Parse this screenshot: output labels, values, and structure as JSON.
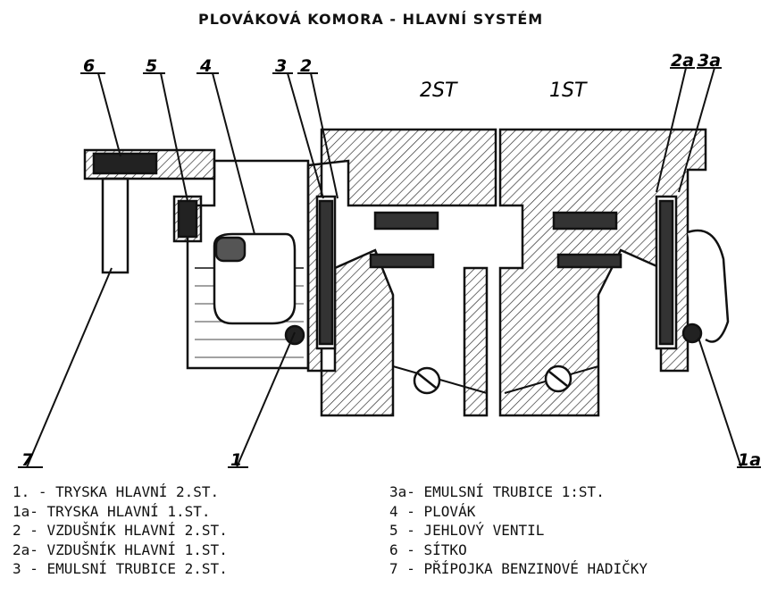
{
  "title": "PLOVÁKOVÁ KOMORA - HLAVNÍ SYSTÉM",
  "diagram": {
    "stage_labels": [
      "2ST",
      "1ST"
    ],
    "callouts": [
      "6",
      "5",
      "4",
      "3",
      "2",
      "2a",
      "3a",
      "7",
      "1",
      "1a"
    ]
  },
  "legend": {
    "left": [
      "1. - TRYSKA HLAVNÍ 2.ST.",
      "1a- TRYSKA HLAVNÍ 1.ST.",
      "2 - VZDUŠNÍK HLAVNÍ 2.ST.",
      "2a- VZDUŠNÍK HLAVNÍ 1.ST.",
      "3 - EMULSNÍ TRUBICE 2.ST."
    ],
    "right": [
      "3a- EMULSNÍ TRUBICE 1:ST.",
      "4 - PLOVÁK",
      "5 - JEHLOVÝ VENTIL",
      "6 - SÍTKO",
      "7 - PŘÍPOJKA BENZINOVÉ HADIČKY"
    ]
  }
}
